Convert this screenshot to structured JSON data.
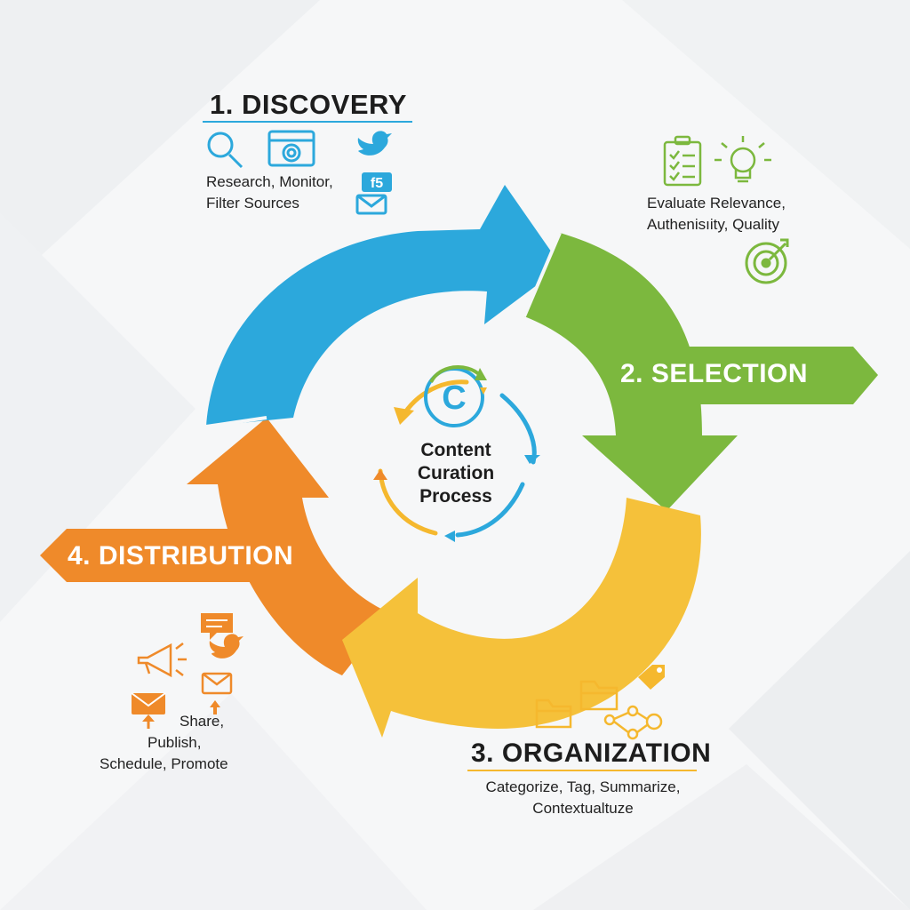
{
  "center": {
    "lines": [
      "Content",
      "Curation",
      "Process"
    ],
    "logo_letter": "C"
  },
  "stages": {
    "discovery": {
      "title": "1. DISCOVERY",
      "color": "#2ca8dc",
      "desc": [
        "Research, Monitor,",
        "Filter Sources"
      ],
      "icons": [
        "magnifier-icon",
        "browser-window-icon",
        "twitter-bird-icon",
        "social-badge-icon",
        "envelope-icon"
      ],
      "badge_text": "f5"
    },
    "selection": {
      "title": "2. SELECTION",
      "color": "#7cb83e",
      "desc": [
        "Evaluate Relevance,",
        "Authenisıity, Quality"
      ],
      "icons": [
        "checklist-icon",
        "lightbulb-icon",
        "target-icon"
      ]
    },
    "organization": {
      "title": "3. ORGANIZATION",
      "color": "#f5b82e",
      "desc": [
        "Categorize, Tag, Summarize,",
        "Contextualtuze"
      ],
      "icons": [
        "folder-icon",
        "folder-open-icon",
        "tag-icon",
        "hierarchy-icon"
      ]
    },
    "distribution": {
      "title": "4. DISTRIBUTION",
      "color": "#ef8a2a",
      "desc": [
        "Share,",
        "Publish,",
        "Schedule, Promote"
      ],
      "icons": [
        "megaphone-icon",
        "chat-bubble-icon",
        "twitter-bird-icon",
        "envelope-icon",
        "envelope-share-icon"
      ]
    }
  }
}
